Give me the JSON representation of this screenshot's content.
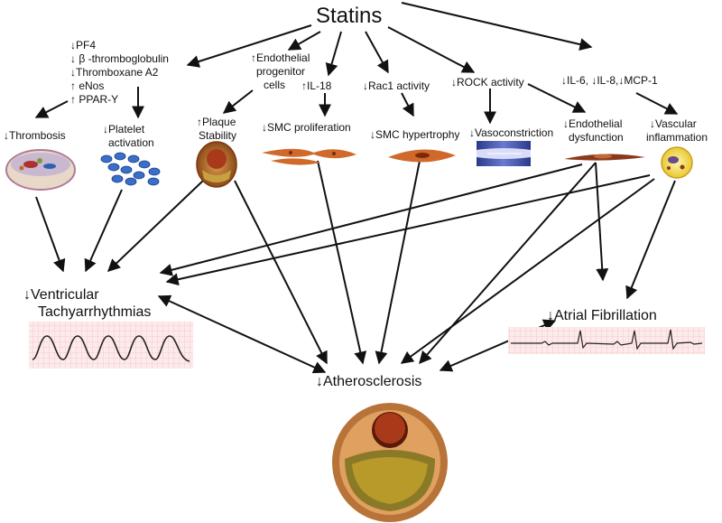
{
  "title": "Statins",
  "labels": {
    "platelet_factors": [
      "↓PF4",
      "↓ β -thromboglobulin",
      "↓Thromboxane A2",
      "↑  eNos",
      "↑ PPAR-Y"
    ],
    "epc": [
      "↑Endothelial",
      "progenitor",
      "cells"
    ],
    "il18": "↑IL-18",
    "rac1": "↓Rac1 activity",
    "rock": "↓ROCK activity",
    "cytokines": "↓IL-6, ↓IL-8,↓MCP-1",
    "thrombosis": "↓Thrombosis",
    "platelet_activation": [
      "↓Platelet",
      "activation"
    ],
    "plaque": [
      "↑Plaque",
      "Stability"
    ],
    "smc_proliferation": "↓SMC proliferation",
    "smc_hypertrophy": "↓SMC hypertrophy",
    "vasoconstriction": "↓Vasoconstriction",
    "endothelial": [
      "↓Endothelial",
      "dysfunction"
    ],
    "vascular": [
      "↓Vascular",
      "inflammation"
    ],
    "ventricular": [
      "↓Ventricular",
      "Tachyarrhythmias"
    ],
    "atrial": "↓Atrial Fibrillation",
    "atherosclerosis": "↓Atherosclerosis"
  },
  "colors": {
    "arrow": "#111111",
    "ecg_grid": "#f3b4b4",
    "ecg_bg": "#fdeaea",
    "artery_outer": "#c8843c",
    "artery_lumen": "#a83a1a",
    "plaque": "#b89a2a",
    "platelet": "#3a6fc8",
    "smc": "#d06a2a"
  },
  "icons": [
    "thrombosis-image",
    "platelet-activation-image",
    "plaque-stability-image",
    "smc-proliferation-image",
    "smc-hypertrophy-image",
    "vasoconstriction-image",
    "endothelial-cell-image",
    "inflammation-cell-image",
    "ventricular-ecg-image",
    "atrial-ecg-image",
    "atherosclerotic-artery-image"
  ]
}
